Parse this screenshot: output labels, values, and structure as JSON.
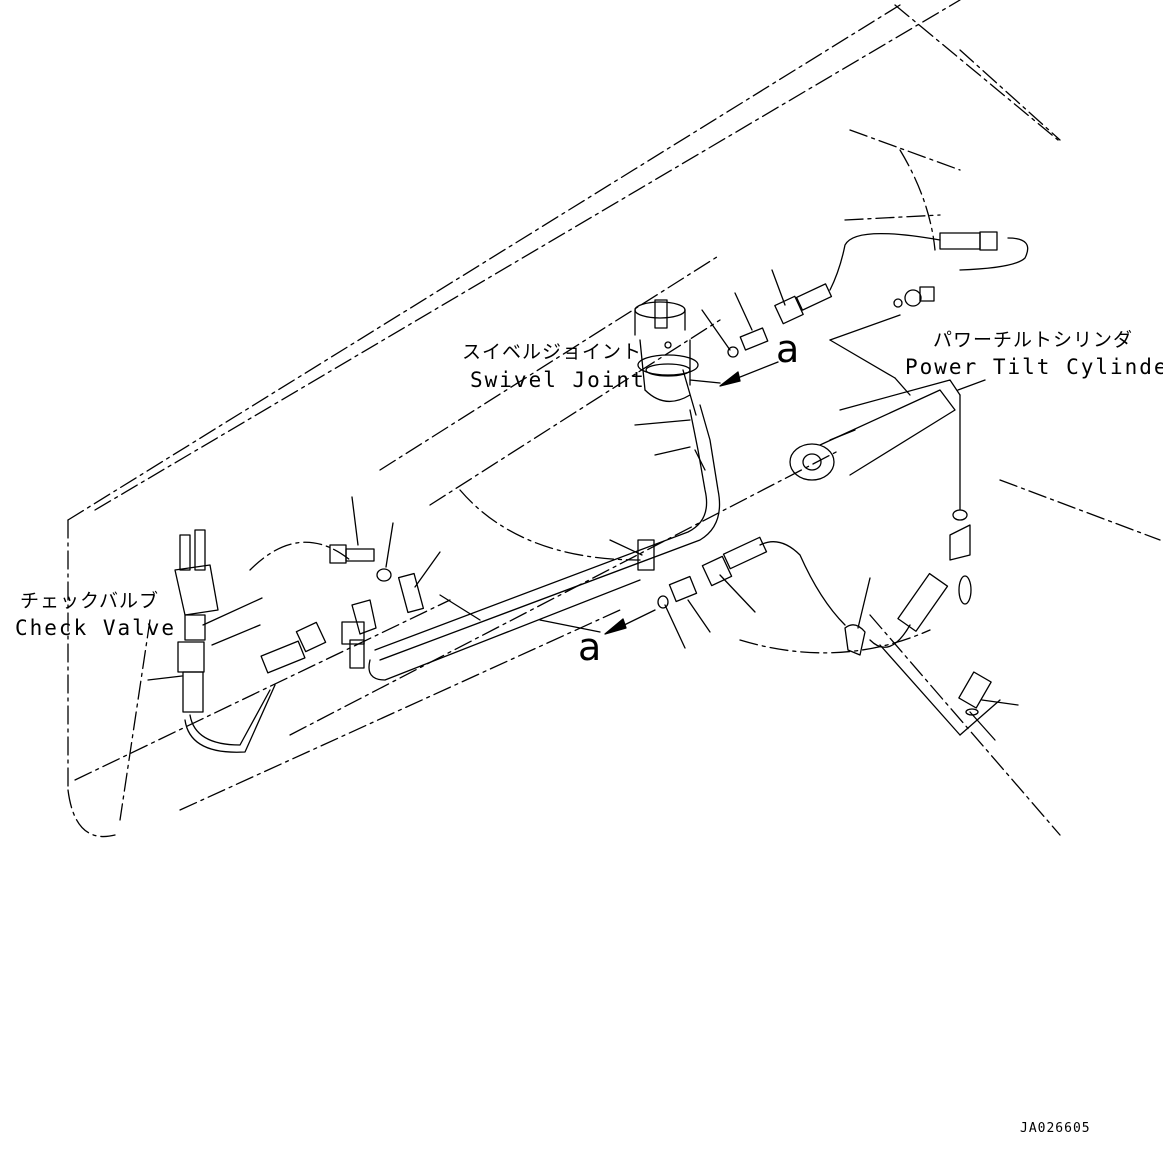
{
  "labels": {
    "swivel_joint_jp": "スイベルジョイント",
    "swivel_joint_en": "Swivel Joint",
    "power_tilt_jp": "パワーチルトシリンダ",
    "power_tilt_en": "Power Tilt Cylinder",
    "check_valve_jp": "チェックバルブ",
    "check_valve_en": "Check Valve",
    "view_marker_upper": "a",
    "view_marker_lower": "a",
    "drawing_code": "JA026605"
  }
}
